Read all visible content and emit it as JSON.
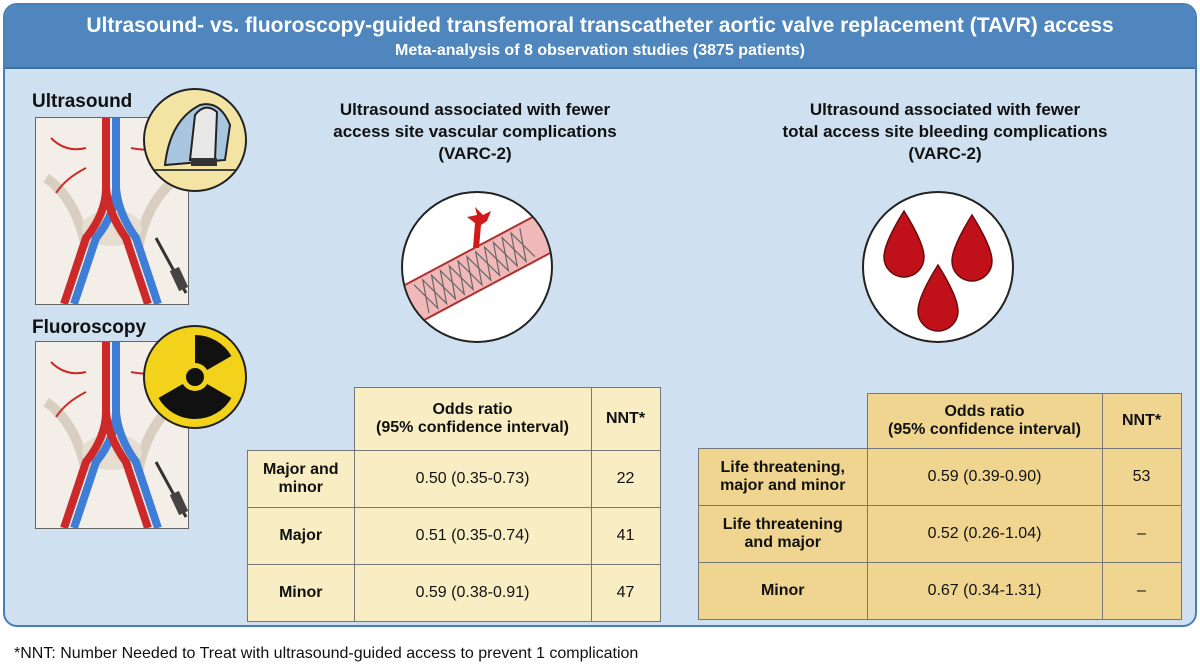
{
  "header": {
    "title": "Ultrasound- vs. fluoroscopy-guided transfemoral transcatheter aortic valve replacement (TAVR) access",
    "subtitle": "Meta-analysis of 8 observation studies (3875 patients)"
  },
  "left": {
    "ultrasound_label": "Ultrasound",
    "fluoroscopy_label": "Fluoroscopy"
  },
  "panel1": {
    "caption_line1": "Ultrasound associated with fewer",
    "caption_line2": "access site vascular complications",
    "caption_line3": "(VARC-2)",
    "table": {
      "header_or_1": "Odds ratio",
      "header_or_2": "(95% confidence interval)",
      "header_nnt": "NNT*",
      "rows": [
        {
          "label_1": "Major and",
          "label_2": "minor",
          "or": "0.50 (0.35-0.73)",
          "nnt": "22"
        },
        {
          "label_1": "Major",
          "label_2": "",
          "or": "0.51 (0.35-0.74)",
          "nnt": "41"
        },
        {
          "label_1": "Minor",
          "label_2": "",
          "or": "0.59 (0.38-0.91)",
          "nnt": "47"
        }
      ]
    }
  },
  "panel2": {
    "caption_line1": "Ultrasound associated with fewer",
    "caption_line2": "total access site bleeding complications",
    "caption_line3": "(VARC-2)",
    "table": {
      "header_or_1": "Odds ratio",
      "header_or_2": "(95% confidence interval)",
      "header_nnt": "NNT*",
      "rows": [
        {
          "label_1": "Life threatening,",
          "label_2": "major and minor",
          "or": "0.59 (0.39-0.90)",
          "nnt": "53"
        },
        {
          "label_1": "Life threatening",
          "label_2": "and major",
          "or": "0.52 (0.26-1.04)",
          "nnt": "–"
        },
        {
          "label_1": "Minor",
          "label_2": "",
          "or": "0.67 (0.34-1.31)",
          "nnt": "–"
        }
      ]
    }
  },
  "footnote": "*NNT: Number Needed to Treat with ultrasound-guided access to prevent 1 complication",
  "colors": {
    "header": "#4f86bd",
    "panel": "#cfe0f0",
    "table1": "#f8edc3",
    "table2": "#efd58f",
    "artery": "#cc2a2a",
    "vein": "#3f7ed6",
    "blood": "#c0101a",
    "radiation_yellow": "#f2d21b"
  },
  "icons": [
    "ultrasound-probe-icon",
    "radiation-icon",
    "vessel-stent-bleed-icon",
    "blood-drops-icon"
  ]
}
